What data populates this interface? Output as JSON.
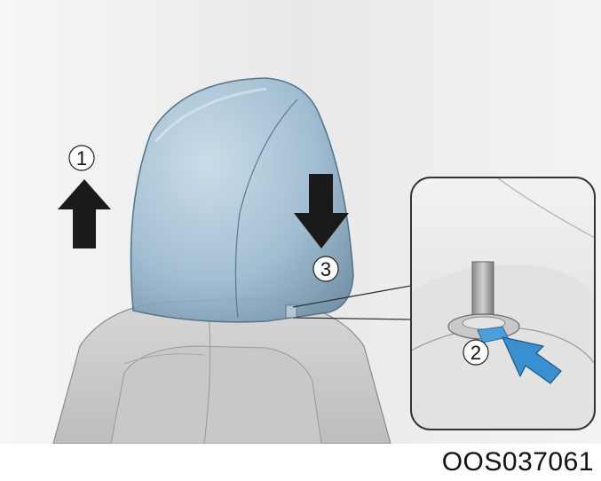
{
  "figure": {
    "code": "OOS037061",
    "steps": [
      "1",
      "2",
      "3"
    ]
  },
  "colors": {
    "seat": "#cfcfcf",
    "headrest": "#8fb0c7",
    "arrow": "#1a1a1a",
    "press_arrow": "#3a8fd0"
  }
}
